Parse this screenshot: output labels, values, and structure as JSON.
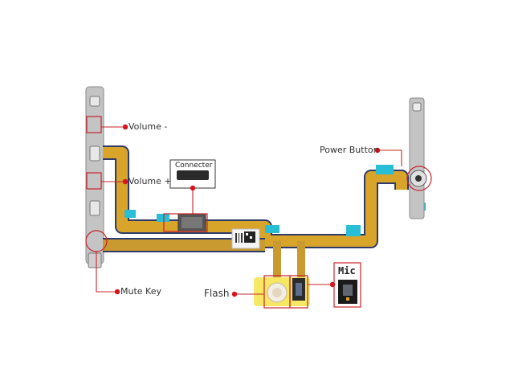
{
  "labels": {
    "volume_down": "Volume -",
    "volume_up": "Volume +",
    "connecter": "Connecter",
    "mute_key": "Mute Key",
    "power_button": "Power Button",
    "flash": "Flash",
    "mic": "Mic"
  },
  "colors": {
    "flex_cable": "#d8a42a",
    "flex_edge": "#2f3b6a",
    "marker": "#d9141b",
    "callout_box": "#c8232a",
    "stiffener": "#28bfd6",
    "flash_pad": "#f4e34a",
    "metal": "#b8b8b8"
  }
}
